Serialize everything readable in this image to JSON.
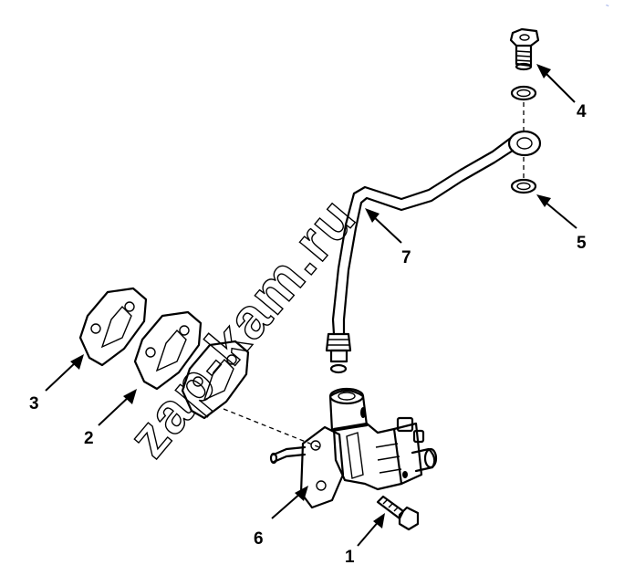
{
  "callouts": [
    "1",
    "2",
    "3",
    "4",
    "5",
    "6",
    "7"
  ],
  "watermark": "zap-kam.ru",
  "corner_mark": "~"
}
